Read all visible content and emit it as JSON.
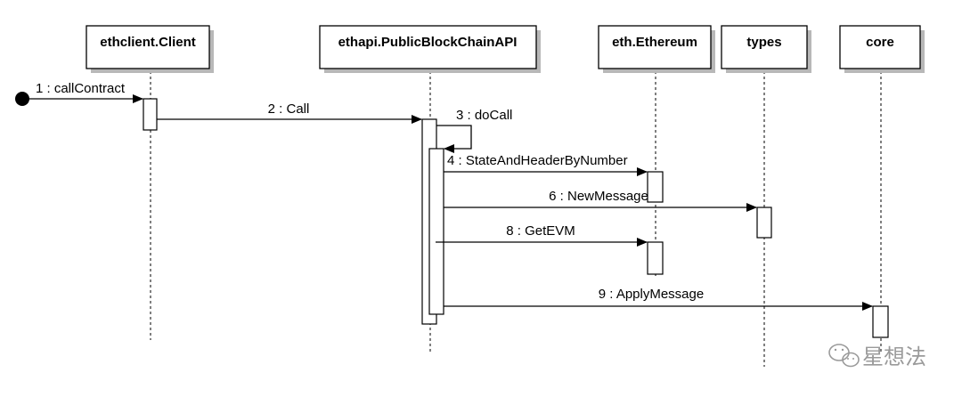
{
  "participants": [
    {
      "id": "p1",
      "name": "ethclient.Client"
    },
    {
      "id": "p2",
      "name": "ethapi.PublicBlockChainAPI"
    },
    {
      "id": "p3",
      "name": "eth.Ethereum"
    },
    {
      "id": "p4",
      "name": "types"
    },
    {
      "id": "p5",
      "name": "core"
    }
  ],
  "messages": [
    {
      "id": "m1",
      "label": "1 : callContract",
      "from": "found",
      "to": "ethclient.Client"
    },
    {
      "id": "m2",
      "label": "2 : Call",
      "from": "ethclient.Client",
      "to": "ethapi.PublicBlockChainAPI"
    },
    {
      "id": "m3",
      "label": "3 : doCall",
      "from": "ethapi.PublicBlockChainAPI",
      "to": "ethapi.PublicBlockChainAPI"
    },
    {
      "id": "m4",
      "label": "4 : StateAndHeaderByNumber",
      "from": "ethapi.PublicBlockChainAPI",
      "to": "eth.Ethereum"
    },
    {
      "id": "m6",
      "label": "6 : NewMessage",
      "from": "ethapi.PublicBlockChainAPI",
      "to": "types"
    },
    {
      "id": "m8",
      "label": "8 : GetEVM",
      "from": "ethapi.PublicBlockChainAPI",
      "to": "eth.Ethereum"
    },
    {
      "id": "m9",
      "label": "9 : ApplyMessage",
      "from": "ethapi.PublicBlockChainAPI",
      "to": "core"
    }
  ],
  "watermark": {
    "text": "星想法",
    "icon": "wechat-icon"
  }
}
